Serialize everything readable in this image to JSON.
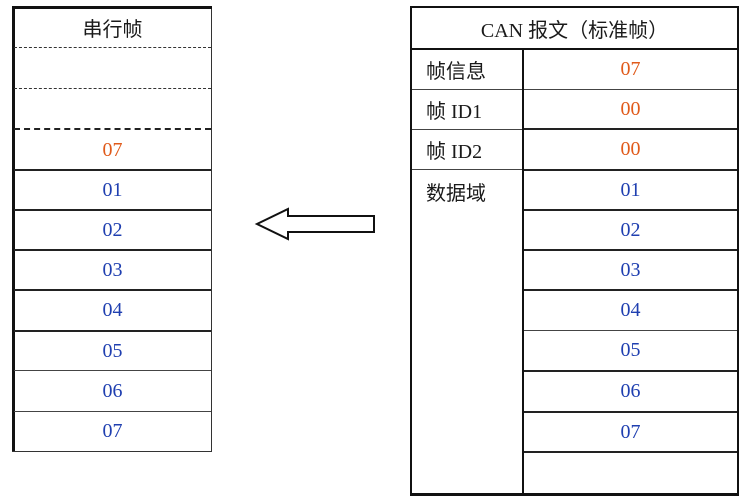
{
  "serial_frame": {
    "title": "串行帧",
    "bytes": [
      {
        "value": "07",
        "color": "#e05a1a"
      },
      {
        "value": "01",
        "color": "#1f3fb0"
      },
      {
        "value": "02",
        "color": "#1f3fb0"
      },
      {
        "value": "03",
        "color": "#1f3fb0"
      },
      {
        "value": "04",
        "color": "#1f3fb0"
      },
      {
        "value": "05",
        "color": "#1f3fb0"
      },
      {
        "value": "06",
        "color": "#1f3fb0"
      },
      {
        "value": "07",
        "color": "#1f3fb0"
      }
    ]
  },
  "can_frame": {
    "title": "CAN 报文（标准帧）",
    "rows": [
      {
        "label": "帧信息",
        "value": "07",
        "color": "#e05a1a"
      },
      {
        "label": "帧 ID1",
        "value": "00",
        "color": "#e05a1a"
      },
      {
        "label": "帧 ID2",
        "value": "00",
        "color": "#e05a1a"
      }
    ],
    "data_label": "数据域",
    "data_bytes": [
      {
        "value": "01",
        "color": "#1f3fb0"
      },
      {
        "value": "02",
        "color": "#1f3fb0"
      },
      {
        "value": "03",
        "color": "#1f3fb0"
      },
      {
        "value": "04",
        "color": "#1f3fb0"
      },
      {
        "value": "05",
        "color": "#1f3fb0"
      },
      {
        "value": "06",
        "color": "#1f3fb0"
      },
      {
        "value": "07",
        "color": "#1f3fb0"
      }
    ]
  },
  "arrow": {
    "direction": "left"
  }
}
